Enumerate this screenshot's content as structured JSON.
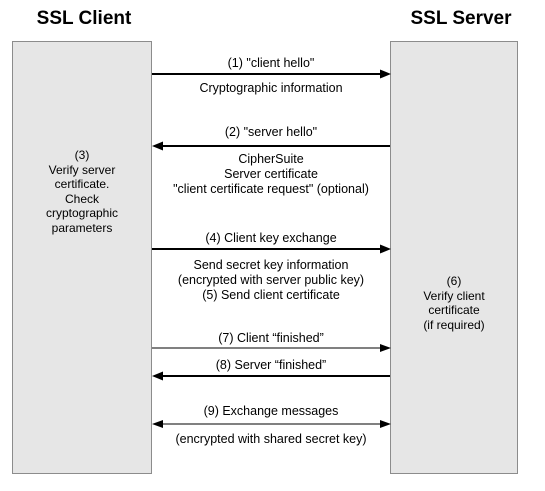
{
  "client": {
    "title": "SSL Client",
    "note_lines": [
      "(3)",
      "Verify server",
      "certificate.",
      "Check",
      "cryptographic",
      "parameters"
    ]
  },
  "server": {
    "title": "SSL Server",
    "note_lines": [
      "(6)",
      "Verify client",
      "certificate",
      "(if required)"
    ]
  },
  "messages": [
    {
      "label": "(1) \"client hello\"",
      "detail": [
        "Cryptographic information"
      ],
      "direction": "to-server",
      "style": "bold"
    },
    {
      "label": "(2) \"server hello\"",
      "detail": [
        "CipherSuite",
        "Server certificate",
        "\"client certificate request\" (optional)"
      ],
      "direction": "to-client",
      "style": "bold"
    },
    {
      "label": "(4) Client key exchange",
      "detail": [
        "Send secret key information",
        "(encrypted with server public key)",
        "(5) Send client certificate"
      ],
      "direction": "to-server",
      "style": "bold"
    },
    {
      "label": "(7) Client “finished”",
      "detail": [],
      "direction": "to-server",
      "style": "thin"
    },
    {
      "label": "(8) Server “finished”",
      "detail": [],
      "direction": "to-client",
      "style": "bold"
    },
    {
      "label": "(9) Exchange messages",
      "detail": [
        "(encrypted with shared secret key)"
      ],
      "direction": "both",
      "style": "thin"
    }
  ]
}
